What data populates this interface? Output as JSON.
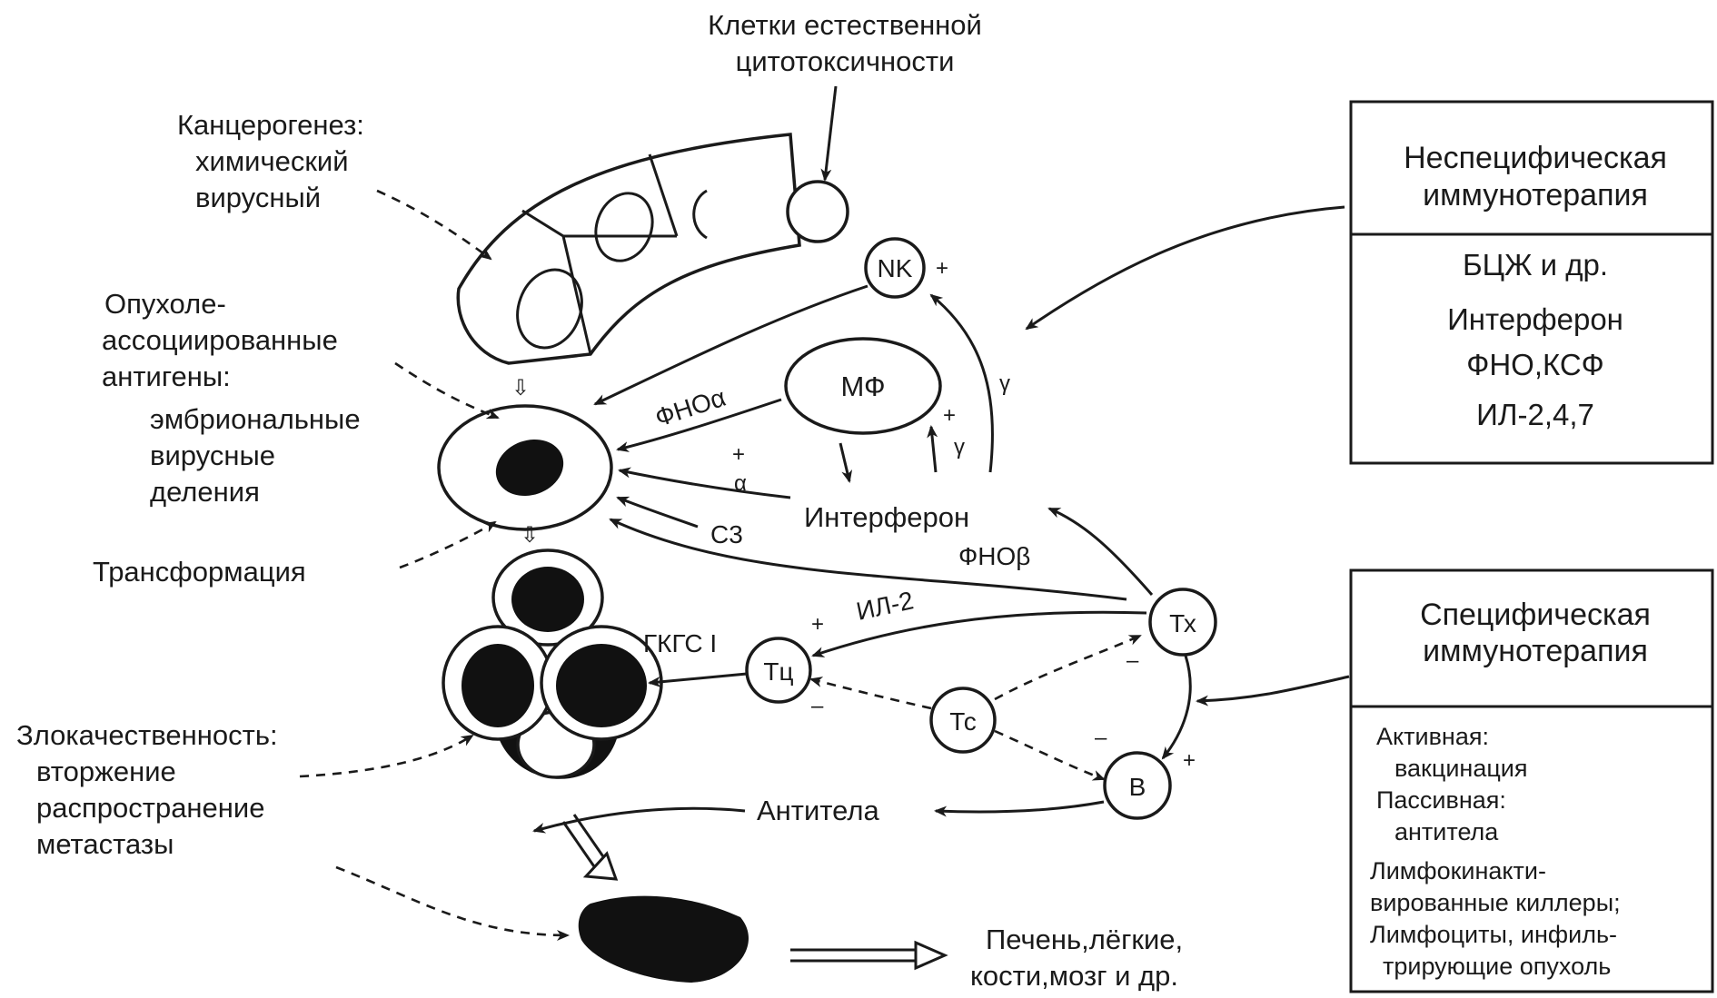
{
  "nk_cells_label": [
    "Клетки естественной",
    "цитотоксичности"
  ],
  "carcinogenesis": [
    "Канцерогенез:",
    "химический",
    "вирусный"
  ],
  "tumor_antigens": [
    "Опухоле-",
    "ассоциированные",
    "антигены:",
    "эмбриональные",
    "вирусные",
    "деления"
  ],
  "transformation": "Трансформация",
  "malignancy": [
    "Злокачественность:",
    "вторжение",
    "распространение",
    "метастазы"
  ],
  "metastasis_targets": [
    "Печень,лёгкие,",
    "кости,мозг и др."
  ],
  "cells": {
    "nk": "NK",
    "mf": "МФ",
    "th": "Тх",
    "tc": "Тц",
    "ts": "Тс",
    "b": "В"
  },
  "factors": {
    "fno_a": "ФНОα",
    "alpha": "α",
    "c3": "С3",
    "interferon": "Интерферон",
    "fno_b": "ФНОβ",
    "il2": "ИЛ-2",
    "gkgs": "ГКГС I",
    "antibodies": "Антитела",
    "gamma": "γ",
    "plus": "+",
    "minus": "–",
    "arrow_down": "⇩"
  },
  "nonspecific_box": {
    "title": [
      "Неспецифическая",
      "иммунотерапия"
    ],
    "items": [
      "БЦЖ и др.",
      "Интерферон",
      "ФНО,КСФ",
      "ИЛ-2,4,7"
    ]
  },
  "specific_box": {
    "title": [
      "Специфическая",
      "иммунотерапия"
    ],
    "items": [
      "Активная:",
      "вакцинация",
      "Пассивная:",
      "антитела",
      "Лимфокинакти-",
      "вированные киллеры;",
      "Лимфоциты, инфиль-",
      "трирующие опухоль"
    ]
  }
}
